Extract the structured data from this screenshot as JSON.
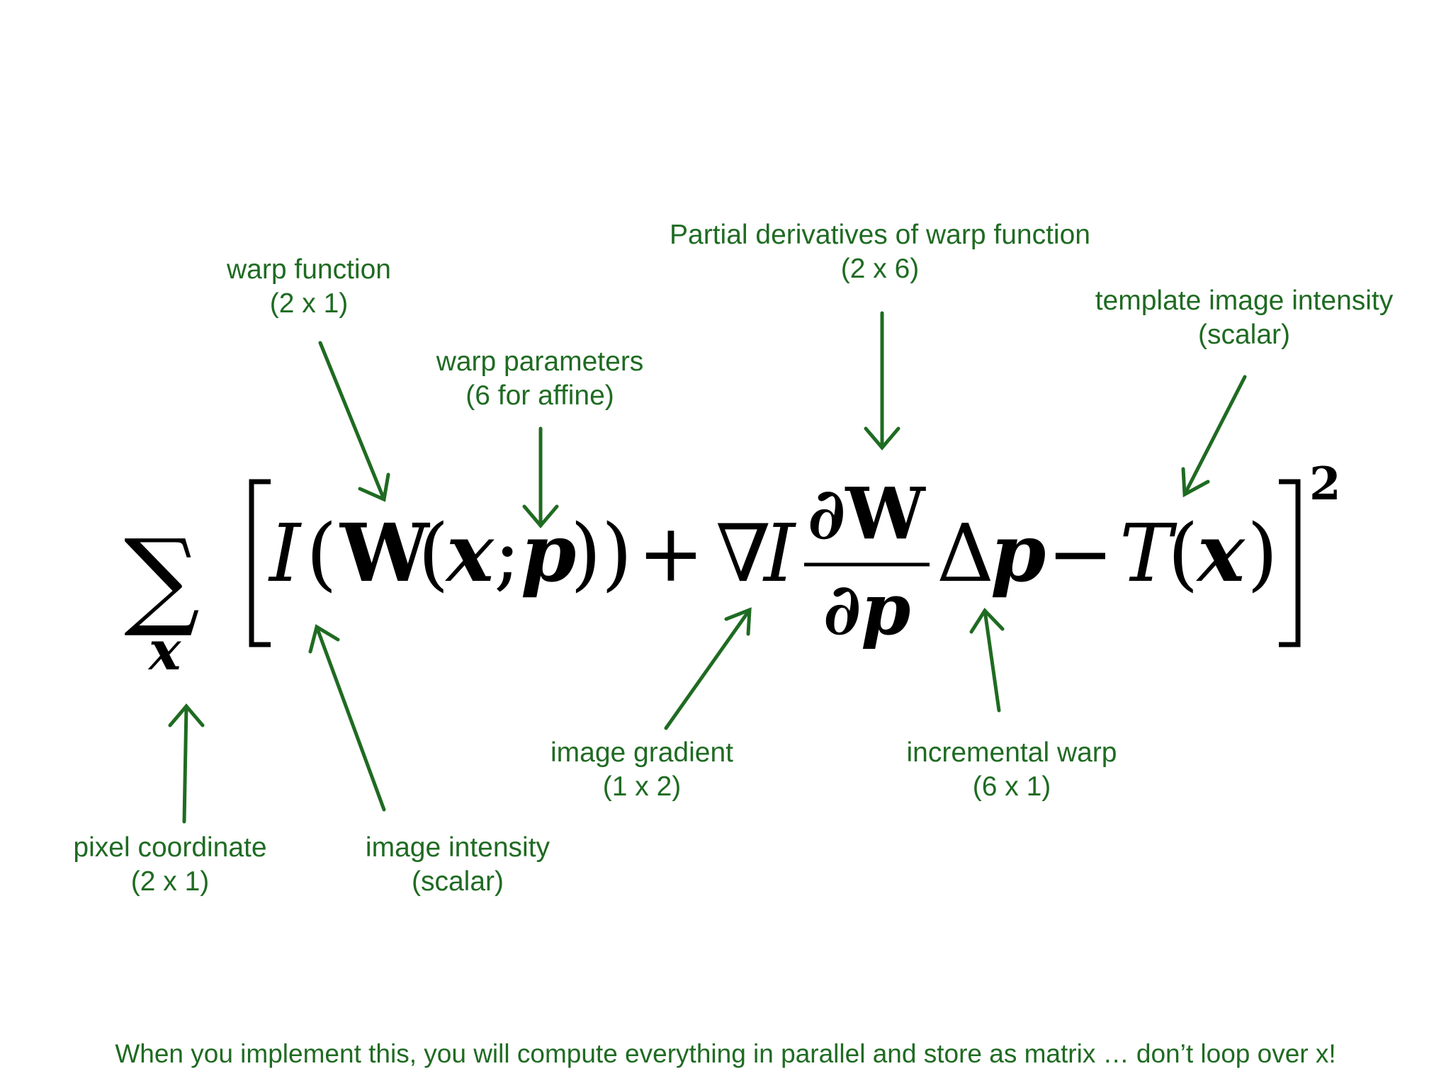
{
  "annotations": {
    "warp_function": {
      "title": "warp function",
      "dims": "(2 x 1)"
    },
    "warp_parameters": {
      "title": "warp parameters",
      "dims": "(6 for affine)"
    },
    "partial_derivatives": {
      "title": "Partial derivatives of warp function",
      "dims": "(2 x 6)"
    },
    "template_intensity": {
      "title": "template image intensity",
      "dims": "(scalar)"
    },
    "pixel_coordinate": {
      "title": "pixel coordinate",
      "dims": "(2 x 1)"
    },
    "image_intensity": {
      "title": "image intensity",
      "dims": "(scalar)"
    },
    "image_gradient": {
      "title": "image gradient",
      "dims": "(1 x 2)"
    },
    "incremental_warp": {
      "title": "incremental warp",
      "dims": "(6 x 1)"
    }
  },
  "equation": {
    "sum_symbol": "∑",
    "sum_index": "x",
    "bracket_open": "[",
    "bracket_close": "]",
    "exponent": "2",
    "term_I": "I",
    "paren_open": "(",
    "term_W": "W",
    "term_x": "x",
    "semicolon": ";",
    "term_p": "p",
    "paren_close_double": "))",
    "plus": "+",
    "nabla": "∇",
    "grad_I": "I",
    "frac_num": "∂W",
    "frac_den": "∂p",
    "delta": "Δ",
    "delta_p": "p",
    "minus": "−",
    "term_T": "T",
    "t_paren_open": "(",
    "t_x": "x",
    "t_paren_close": ")"
  },
  "footer": "When you implement this, you will compute everything in parallel and store as matrix … don’t loop over x!",
  "colors": {
    "annotation": "#1f6b22",
    "equation": "#000000",
    "background": "#ffffff"
  }
}
